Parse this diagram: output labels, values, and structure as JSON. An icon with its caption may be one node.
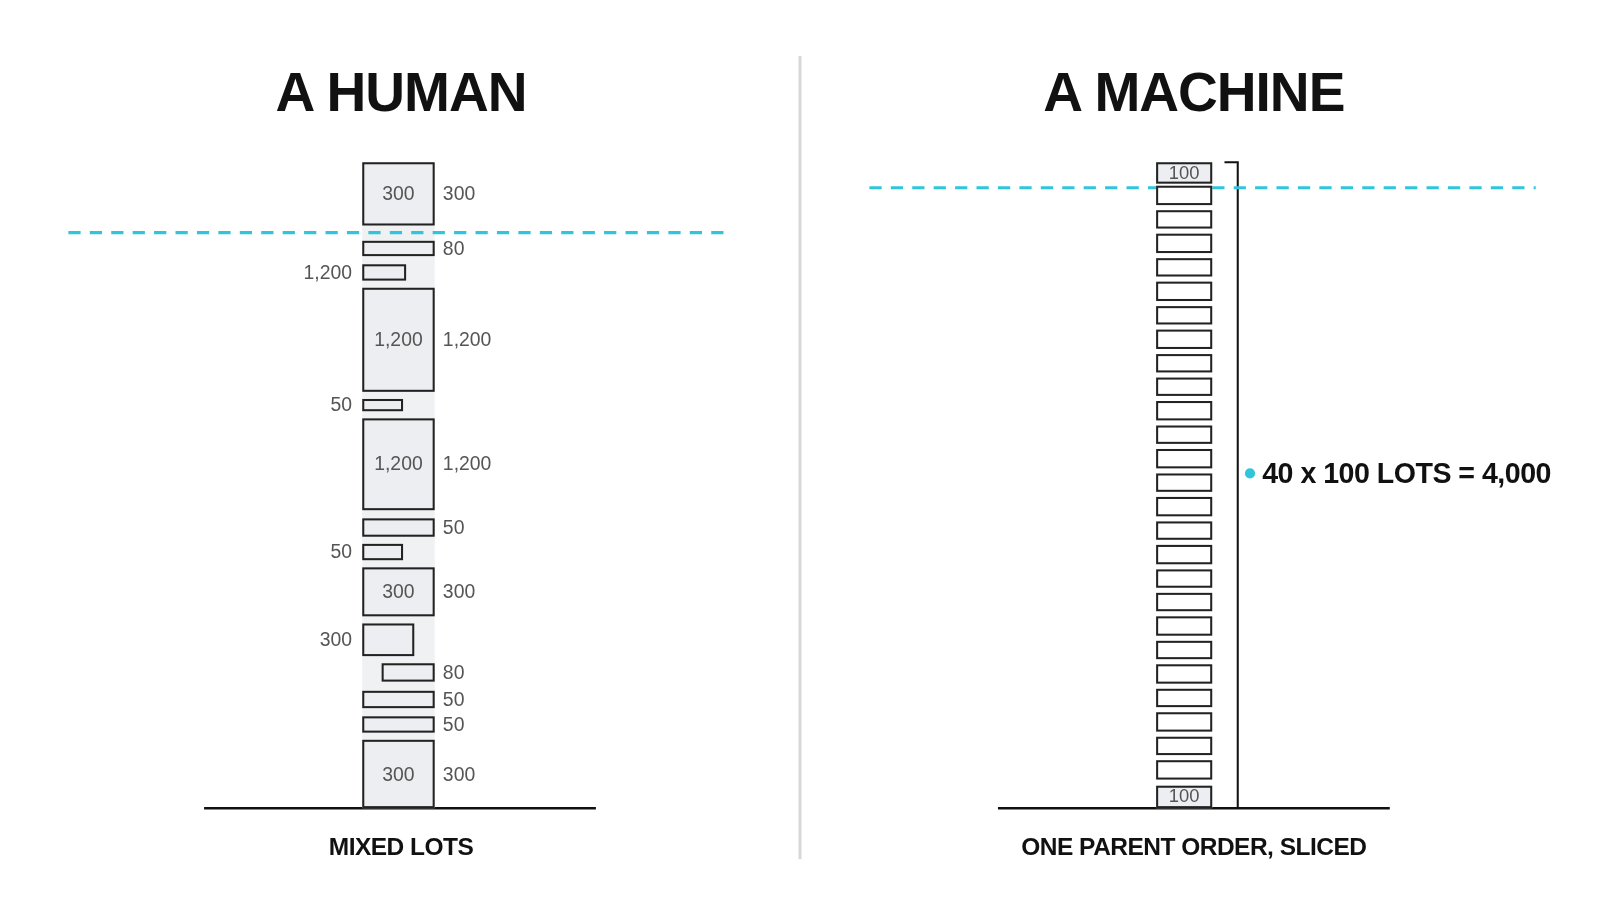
{
  "diagram": {
    "nodes": [
      {
        "text": [
          "300"
        ],
        "beside": [
          "300"
        ]
      },
      {
        "text": [],
        "shape": "box",
        "beside": [
          "80"
        ]
      },
      {
        "text": [],
        "shape": "box",
        "beside": [
          "1,200"
        ]
      },
      {
        "text": [
          "1,200"
        ],
        "beside": [
          "1,200"
        ]
      },
      {
        "text": [],
        "shape": "box",
        "beside": [
          "50"
        ]
      },
      {
        "text": [
          "1,200"
        ],
        "beside": [
          "1,200"
        ]
      },
      {
        "text": [],
        "shape": "box",
        "beside": [
          "50"
        ]
      },
      {
        "text": [],
        "shape": "box",
        "beside": [
          "50"
        ]
      },
      {
        "text": [
          "300"
        ],
        "beside": [
          "300"
        ]
      },
      {
        "text": [],
        "shape": "box",
        "beside": [
          "300"
        ]
      },
      {
        "text": [],
        "shape": "box",
        "beside": [
          "80"
        ]
      },
      {
        "text": [],
        "shape": "box",
        "beside": [
          "50"
        ]
      },
      {
        "text": [],
        "shape": "box",
        "beside": [
          "50"
        ]
      },
      {
        "text": [
          "300"
        ],
        "beside": [
          "300"
        ]
      },
      {
        "text": [
          "100"
        ]
      },
      {
        "text": [],
        "shape": "box"
      },
      {
        "text": [],
        "shape": "box"
      },
      {
        "text": [],
        "shape": "box"
      },
      {
        "text": [],
        "shape": "box"
      },
      {
        "text": [],
        "shape": "box"
      },
      {
        "text": [],
        "shape": "box"
      },
      {
        "text": [],
        "shape": "box"
      },
      {
        "text": [],
        "shape": "box"
      },
      {
        "text": [],
        "shape": "box"
      },
      {
        "text": [],
        "shape": "box"
      },
      {
        "text": [],
        "shape": "box"
      },
      {
        "text": [],
        "shape": "box"
      },
      {
        "text": [],
        "shape": "box"
      },
      {
        "text": [],
        "shape": "box"
      },
      {
        "text": [],
        "shape": "box"
      },
      {
        "text": [],
        "shape": "box"
      },
      {
        "text": [],
        "shape": "box"
      },
      {
        "text": [],
        "shape": "box"
      },
      {
        "text": [],
        "shape": "box"
      },
      {
        "text": [],
        "shape": "box"
      },
      {
        "text": [],
        "shape": "box"
      },
      {
        "text": [],
        "shape": "box"
      },
      {
        "text": [],
        "shape": "box"
      },
      {
        "text": [],
        "shape": "box"
      },
      {
        "text": [],
        "shape": "box"
      },
      {
        "text": [
          "100"
        ]
      }
    ],
    "labels": [
      "A HUMAN",
      "A MACHINE",
      "40 x 100 LOTS = 4,000",
      "MIXED LOTS",
      "ONE PARENT ORDER, SLICED"
    ]
  }
}
